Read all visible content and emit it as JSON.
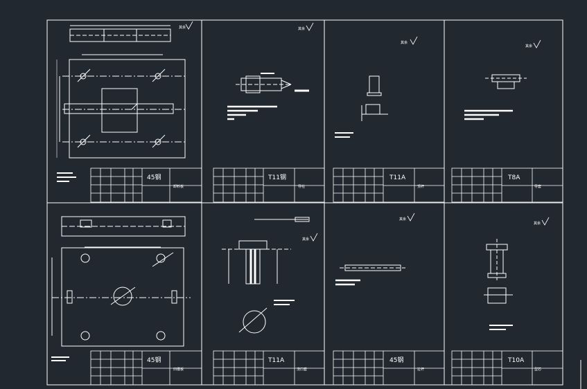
{
  "drawing_sheets": [
    {
      "id": "s1",
      "material": "45钢",
      "part_name": "卸料板",
      "has_roughness": true
    },
    {
      "id": "s2",
      "material": "T11钢",
      "part_name": "导柱",
      "has_roughness": true
    },
    {
      "id": "s3",
      "material": "T11A",
      "part_name": "顶杆",
      "has_roughness": true
    },
    {
      "id": "s4",
      "material": "T8A",
      "part_name": "导套",
      "has_roughness": true
    },
    {
      "id": "s5",
      "material": "45钢",
      "part_name": "凹模板",
      "has_roughness": false
    },
    {
      "id": "s6",
      "material": "T11A",
      "part_name": "浇口套",
      "has_roughness": true
    },
    {
      "id": "s7",
      "material": "45钢",
      "part_name": "拉杆",
      "has_roughness": true
    },
    {
      "id": "s8",
      "material": "T10A",
      "part_name": "型芯",
      "has_roughness": true
    }
  ],
  "roughness_symbol": "其余",
  "colors": {
    "background": "#212830",
    "line": "#ffffff"
  }
}
